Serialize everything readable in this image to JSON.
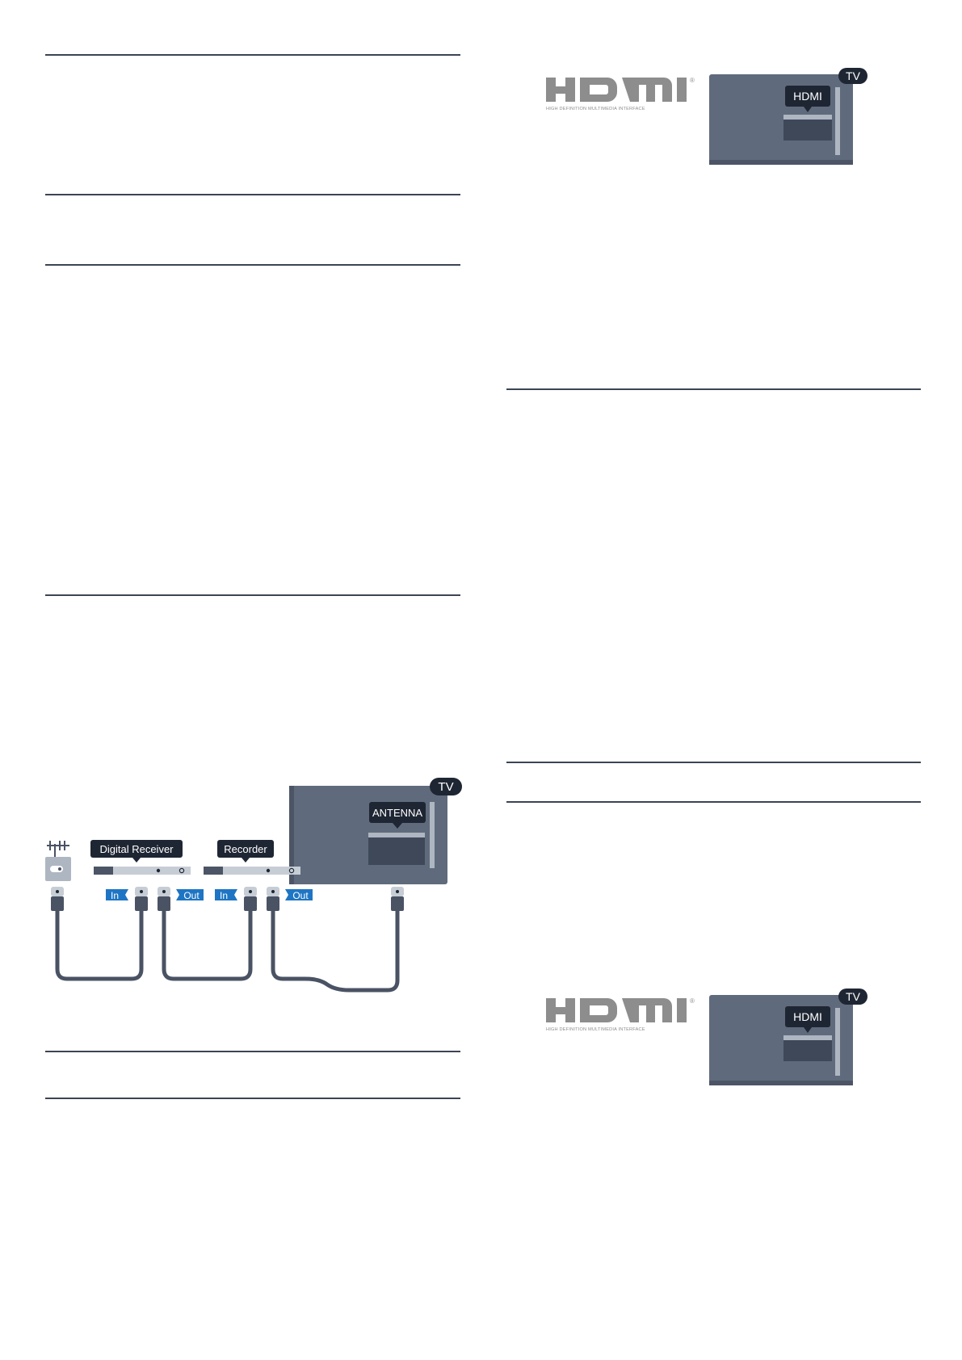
{
  "page": {
    "background": "#ffffff",
    "rule_color": "#3c4454"
  },
  "colors": {
    "tv_panel": "#5f6b7c",
    "tv_screen_dark": "#3e4858",
    "tv_edge": "#4c5566",
    "tv_slot": "#aeb6c2",
    "callout_bg": "#1f2633",
    "hdmi_logo": "#8d8d8d",
    "in_out_blue": "#1e75c4",
    "cable": "#4a5364",
    "device_bar": "#c7cdd5"
  },
  "hdmi_figure": {
    "logo_icon": "hdmi-logo-icon",
    "logo_text": "HDMI",
    "logo_subtitle": "HIGH DEFINITION MULTIMEDIA INTERFACE",
    "logo_mark": "®",
    "tv_badge": "TV",
    "callout": "HDMI"
  },
  "hdmi_figure_2": {
    "logo_icon": "hdmi-logo-icon",
    "logo_text": "HDMI",
    "logo_subtitle": "HIGH DEFINITION MULTIMEDIA INTERFACE",
    "logo_mark": "®",
    "tv_badge": "TV",
    "callout": "HDMI"
  },
  "antenna_figure": {
    "antenna_icon": "antenna-icon",
    "tv_badge": "TV",
    "tv_callout": "ANTENNA",
    "device_1_label": "Digital Receiver",
    "device_2_label": "Recorder",
    "in_label_1": "In",
    "out_label_1": "Out",
    "in_label_2": "In",
    "out_label_2": "Out"
  }
}
